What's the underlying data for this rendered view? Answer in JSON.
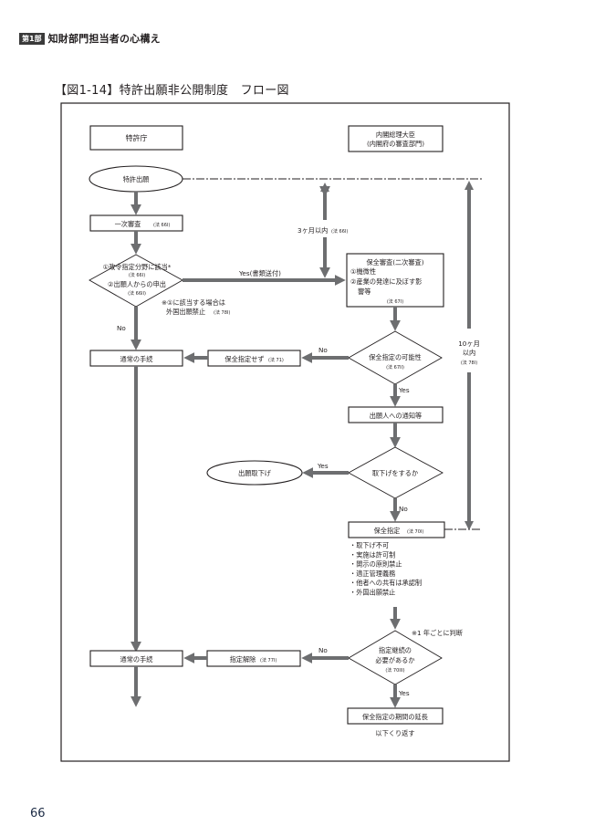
{
  "header": {
    "part_badge": "第1部",
    "chapter_title": "知財部門担当者の心構え"
  },
  "figure": {
    "title": "【図1-14】特許出願非公開制度　フロー図",
    "columns": {
      "left_header": "特許庁",
      "right_header_line1": "内閣総理大臣",
      "right_header_line2": "(内閣府の審査部門)"
    },
    "nodes": {
      "application": "特許出願",
      "first_exam": "一次審査",
      "first_exam_ref": "(法 66I)",
      "decision1_line1": "①政令指定分野に該当*",
      "decision1_ref1": "(法 66I)",
      "decision1_line2": "②出願人からの申出",
      "decision1_ref2": "(法 66II)",
      "note_foreign_line1": "※①に該当する場合は",
      "note_foreign_line2": "外国出願禁止",
      "note_foreign_ref": "(法 78I)",
      "security_exam_title": "保全審査(二次審査)",
      "security_exam_item1": "①機微性",
      "security_exam_item2a": "②産業の発達に及ぼす影",
      "security_exam_item2b": "響等",
      "security_exam_ref": "(法 67I)",
      "normal_procedure_1": "通常の手続",
      "no_designation": "保全指定せず",
      "no_designation_ref": "(法 71)",
      "possibility": "保全指定の可能性",
      "possibility_ref": "(法 67II)",
      "notify_applicant": "出願人への通知等",
      "withdraw_question": "取下げをするか",
      "withdraw": "出願取下げ",
      "designation": "保全指定",
      "designation_ref": "(法 70I)",
      "effects": [
        "・取下げ不可",
        "・実施は許可制",
        "・開示の原則禁止",
        "・適正管理義務",
        "・他者への共有は承認制",
        "・外国出願禁止"
      ],
      "annual_note": "※1 年ごとに判断",
      "continue_line1": "指定継続の",
      "continue_line2": "必要があるか",
      "continue_ref": "(法 70III)",
      "cancel_designation": "指定解除",
      "cancel_designation_ref": "(法 77I)",
      "normal_procedure_2": "通常の手続",
      "extension": "保全指定の期間の延長",
      "repeat": "以下くり返す"
    },
    "edge_labels": {
      "yes_send_docs": "Yes(書類送付)",
      "no_1": "No",
      "three_months": "3ヶ月以内",
      "three_months_ref": "(法 66I)",
      "ten_months_line1": "10ヶ月",
      "ten_months_line2": "以内",
      "ten_months_ref": "(法 78I)",
      "no_2": "No",
      "yes_1": "Yes",
      "yes_2": "Yes",
      "no_3": "No",
      "no_4": "No",
      "yes_3": "Yes"
    }
  },
  "page_number": "66"
}
